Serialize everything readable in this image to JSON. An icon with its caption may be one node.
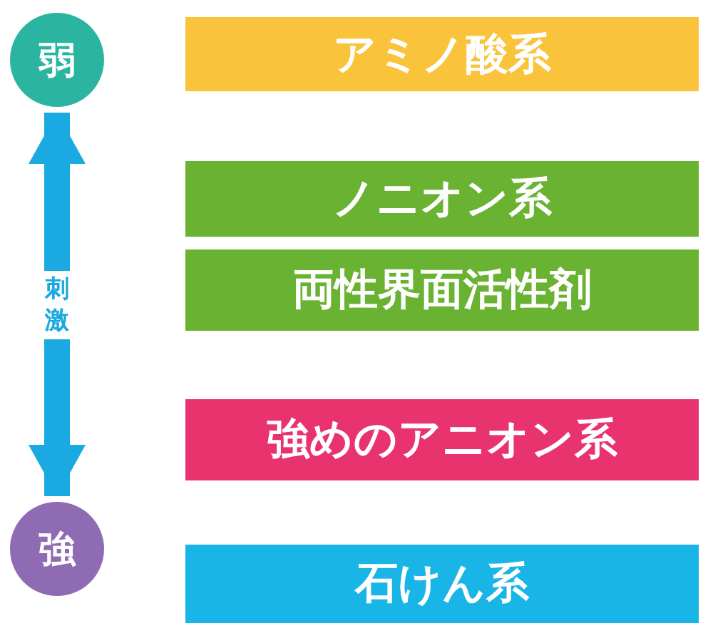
{
  "diagram": {
    "nodes": [
      {
        "text": [
          "弱"
        ]
      },
      {
        "text": [
          "アミノ酸系"
        ]
      },
      {
        "text": [
          "ノニオン系"
        ]
      },
      {
        "text": [
          "両性界面活性剤"
        ]
      },
      {
        "text": [
          "強めのアニオン系"
        ]
      },
      {
        "text": [
          "強"
        ]
      },
      {
        "text": [
          "石けん系"
        ]
      }
    ],
    "edges": [
      {
        "from": 0,
        "to": 5,
        "arrow": "both",
        "label": "刺激"
      }
    ]
  }
}
